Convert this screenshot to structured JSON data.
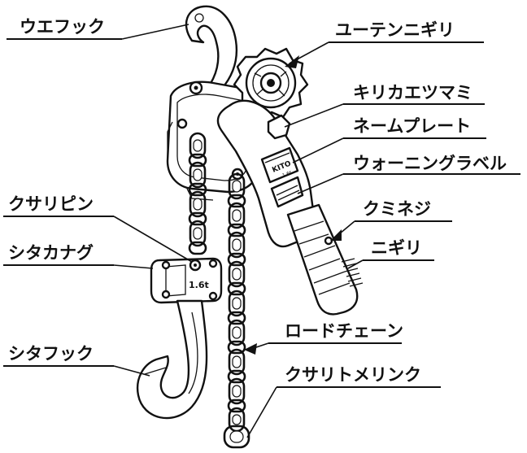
{
  "labels": {
    "top_hook": "ウエフック",
    "free_wheel_handle": "ユーテンニギリ",
    "selector_knob": "キリカエツマミ",
    "name_plate": "ネームプレート",
    "warning_label": "ウォーニングラベル",
    "set_screw": "クミネジ",
    "grip": "ニギリ",
    "chain_pin": "クサリピン",
    "bottom_yoke": "シタカナグ",
    "bottom_hook": "シタフック",
    "load_chain": "ロードチェーン",
    "chain_end_link": "クサリトメリンク"
  },
  "markings": {
    "brand": "KITO",
    "capacity_plate": "1.6t",
    "capacity_small": "1.6t"
  }
}
